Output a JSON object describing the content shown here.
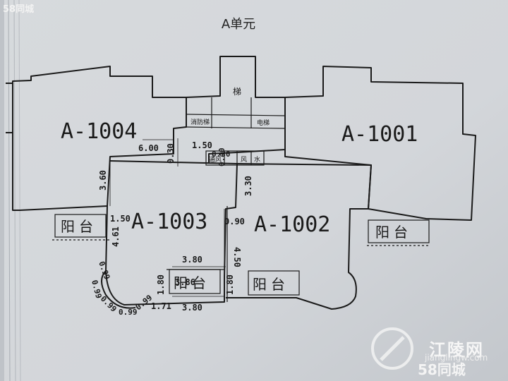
{
  "diagram": {
    "title": "A单元",
    "units": {
      "a1004": "A-1004",
      "a1001": "A-1001",
      "a1003": "A-1003",
      "a1002": "A-1002"
    },
    "rooms": {
      "stair": "梯",
      "fire_lift": "消防梯",
      "elevator": "电梯",
      "duct_left": "通风",
      "duct_right": "风",
      "water": "水"
    },
    "balconies": {
      "left": "阳台",
      "right": "阳台",
      "center": "阳台",
      "bottom": "阳台"
    },
    "dimensions": {
      "d_600": "6.00",
      "d_150_top": "1.50",
      "d_030a": "0.30",
      "d_030b": "0.30",
      "d_040": "0.40",
      "d_360": "3.60",
      "d_330": "3.30",
      "d_150_left": "1.50",
      "d_461": "4.61",
      "d_090": "0.90",
      "d_450": "4.50",
      "d_380_top": "3.80",
      "d_386": "3.86",
      "d_180_left": "1.80",
      "d_180_right": "1.80",
      "d_380_bottom": "3.80",
      "d_171": "1.71",
      "d_099a": "0.99",
      "d_099b": "0.99",
      "d_099c": "0.99",
      "d_099d": "0.99",
      "d_099e": "0.99"
    }
  },
  "watermarks": {
    "top_left": "58同城",
    "brand": "江陵网",
    "url": "jianglingw.com",
    "bottom_right": "58同城"
  },
  "colors": {
    "paper": "#d8dbde",
    "line": "#1a1a1a",
    "background": "#cdd0d4"
  }
}
